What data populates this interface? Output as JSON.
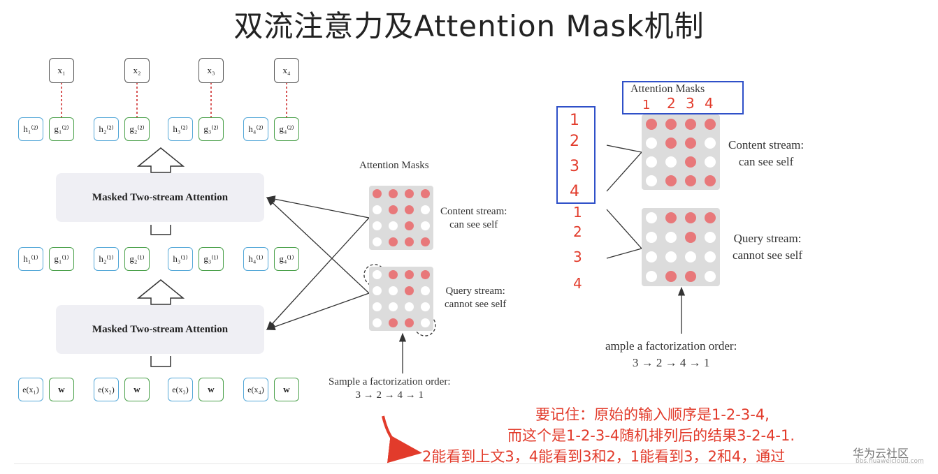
{
  "title": "双流注意力及Attention Mask机制",
  "diagram": {
    "outputs": [
      "x₁",
      "x₂",
      "x₃",
      "x₄"
    ],
    "layer2": [
      {
        "h": "h₁⁽²⁾",
        "g": "g₁⁽²⁾"
      },
      {
        "h": "h₂⁽²⁾",
        "g": "g₂⁽²⁾"
      },
      {
        "h": "h₃⁽²⁾",
        "g": "g₃⁽²⁾"
      },
      {
        "h": "h₄⁽²⁾",
        "g": "g₄⁽²⁾"
      }
    ],
    "layer1": [
      {
        "h": "h₁⁽¹⁾",
        "g": "g₁⁽¹⁾"
      },
      {
        "h": "h₂⁽¹⁾",
        "g": "g₂⁽¹⁾"
      },
      {
        "h": "h₃⁽¹⁾",
        "g": "g₃⁽¹⁾"
      },
      {
        "h": "h₄⁽¹⁾",
        "g": "g₄⁽¹⁾"
      }
    ],
    "inputs": [
      {
        "e": "e(x₁)",
        "w": "w"
      },
      {
        "e": "e(x₂)",
        "w": "w"
      },
      {
        "e": "e(x₃)",
        "w": "w"
      },
      {
        "e": "e(x₄)",
        "w": "w"
      }
    ],
    "attention_block_top": "Masked Two-stream Attention",
    "attention_block_bottom": "Masked Two-stream Attention",
    "masks_title": "Attention Masks",
    "content_stream": [
      "Content stream:",
      "can see self"
    ],
    "query_stream": [
      "Query stream:",
      "cannot see self"
    ],
    "sample_label": "Sample a factorization order:",
    "order": "3 → 2 → 4 → 1"
  },
  "zoom": {
    "masks_title": "Attention Masks",
    "col_numbers": [
      "1",
      "2",
      "3",
      "4"
    ],
    "row_numbers_content": [
      "1",
      "2",
      "3",
      "4"
    ],
    "row_numbers_query": [
      "1",
      "2",
      "3",
      "4"
    ],
    "content_stream": [
      "Content stream:",
      "can see self"
    ],
    "query_stream": [
      "Query stream:",
      "cannot see self"
    ],
    "sample_label": "ample a factorization order:",
    "order": "3 → 2 → 4 → 1"
  },
  "masks": {
    "content": [
      [
        1,
        1,
        1,
        1
      ],
      [
        0,
        1,
        1,
        0
      ],
      [
        0,
        0,
        1,
        0
      ],
      [
        0,
        1,
        1,
        1
      ]
    ],
    "query": [
      [
        0,
        1,
        1,
        1
      ],
      [
        0,
        0,
        1,
        0
      ],
      [
        0,
        0,
        0,
        0
      ],
      [
        0,
        1,
        1,
        0
      ]
    ],
    "dot_color": "#e8787a",
    "empty_color": "#ffffff"
  },
  "annotation": {
    "line1": "要记住：原始的输入顺序是1-2-3-4,",
    "line2": "而这个是1-2-3-4随机排列后的结果3-2-4-1.",
    "line3": "2能看到上文3，4能看到3和2，1能看到3，2和4，通过"
  },
  "watermark": {
    "cn": "华为云社区",
    "url": "bbs.huaweicloud.com"
  },
  "colors": {
    "accent_red": "#e23b2b",
    "highlight_blue": "#2f50c8",
    "h_border": "#55a8d8",
    "g_border": "#4aa04a"
  }
}
